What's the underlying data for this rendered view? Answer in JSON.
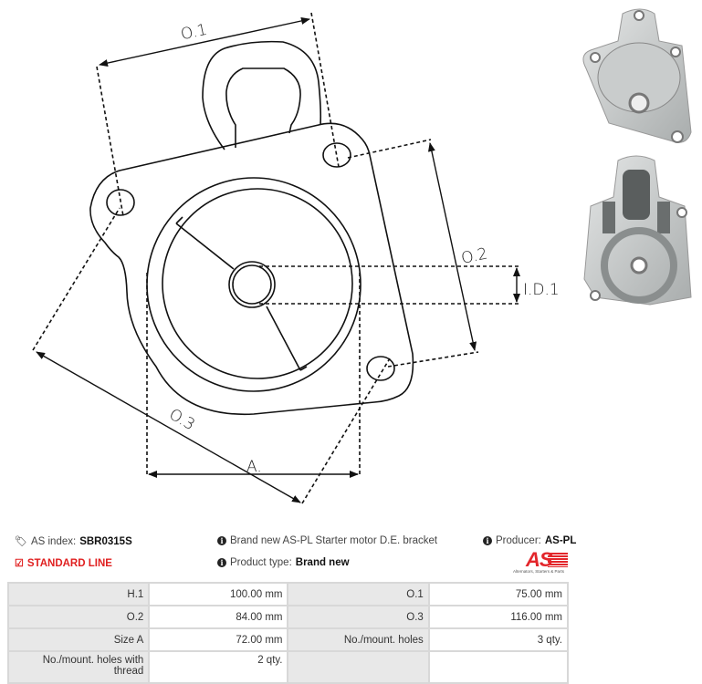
{
  "drawing": {
    "labels": {
      "o1": "O.1",
      "o2": "O.2",
      "o3": "O.3",
      "id1": "I.D.1",
      "a": "A."
    }
  },
  "info": {
    "as_index_label": "AS index:",
    "as_index_value": "SBR0315S",
    "standard_line": "STANDARD LINE",
    "description": "Brand new AS-PL Starter motor D.E. bracket",
    "product_type_label": "Product type:",
    "product_type_value": "Brand new",
    "producer_label": "Producer:",
    "producer_value": "AS-PL"
  },
  "logo": {
    "text": "AS",
    "tagline": "Alternators, Starters & Parts"
  },
  "colors": {
    "accent": "#e02020",
    "label_bg": "#e8e8e8",
    "border": "#d8d8d8"
  },
  "specs": [
    [
      {
        "label": "H.1",
        "value": "100.00 mm"
      },
      {
        "label": "O.1",
        "value": "75.00 mm"
      }
    ],
    [
      {
        "label": "O.2",
        "value": "84.00 mm"
      },
      {
        "label": "O.3",
        "value": "116.00 mm"
      }
    ],
    [
      {
        "label": "Size A",
        "value": "72.00 mm"
      },
      {
        "label": "No./mount. holes",
        "value": "3 qty."
      }
    ],
    [
      {
        "label": "No./mount. holes with thread",
        "value": "2 qty."
      },
      {
        "label": "",
        "value": ""
      }
    ]
  ]
}
